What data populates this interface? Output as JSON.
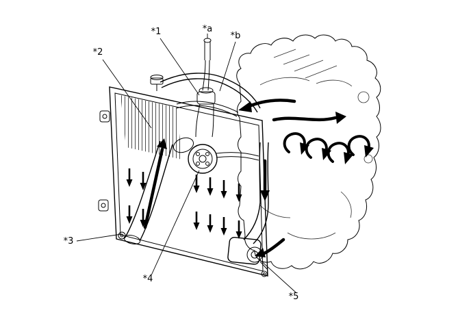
{
  "figure": {
    "kind": "engine-cooling-system-illustration",
    "background_color": "#ffffff",
    "line_color": "#000000"
  },
  "labels": [
    {
      "id": "1",
      "text": "*1"
    },
    {
      "id": "2",
      "text": "*2"
    },
    {
      "id": "3",
      "text": "*3"
    },
    {
      "id": "4",
      "text": "*4"
    },
    {
      "id": "5",
      "text": "*5"
    },
    {
      "id": "a",
      "text": "*a"
    },
    {
      "id": "b",
      "text": "*b"
    }
  ]
}
